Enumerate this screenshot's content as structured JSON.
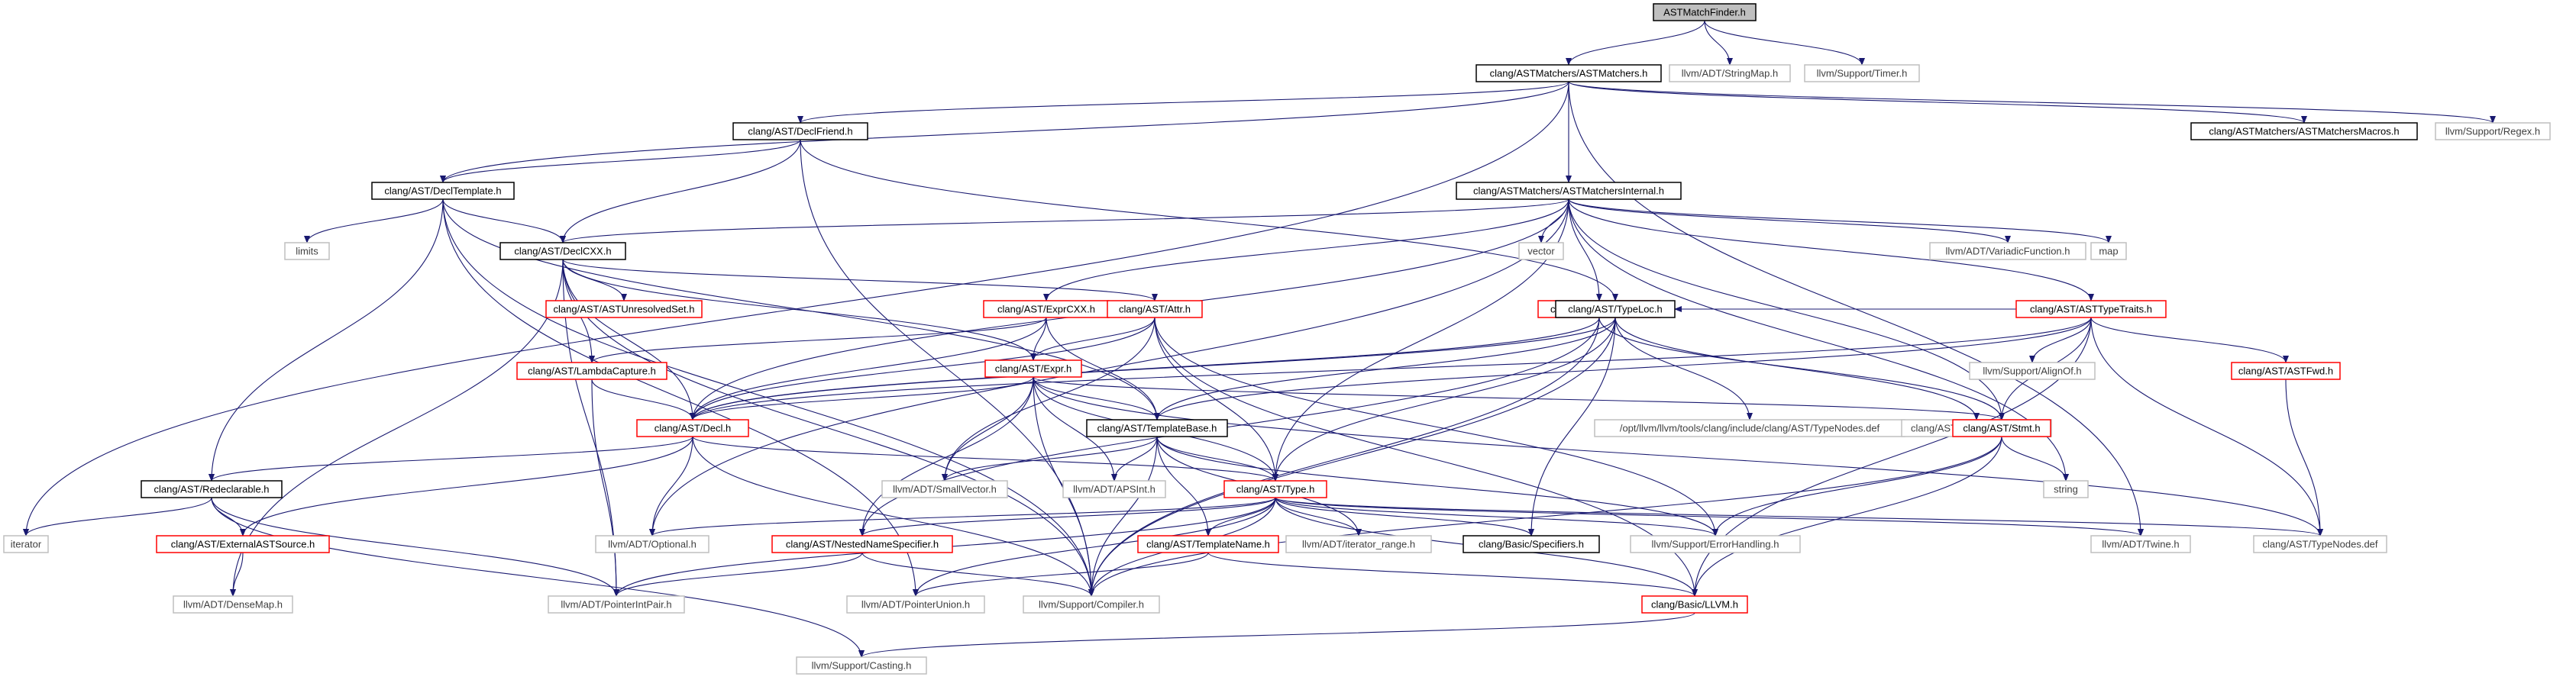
{
  "graph": {
    "colors": {
      "background": "#ffffff",
      "edge": "#191970",
      "black_border": "#000000",
      "red_border": "#ff0000",
      "gray_border": "#bfbfbf",
      "root_fill": "#bfbfbf",
      "text_dark": "#000000",
      "text_gray": "#404040"
    },
    "nodes": [
      {
        "id": "root",
        "label": "ASTMatchFinder.h",
        "style": "root"
      },
      {
        "id": "astmatchers",
        "label": "clang/ASTMatchers/ASTMatchers.h",
        "style": "black"
      },
      {
        "id": "stringmap",
        "label": "llvm/ADT/StringMap.h",
        "style": "gray"
      },
      {
        "id": "timer",
        "label": "llvm/Support/Timer.h",
        "style": "gray"
      },
      {
        "id": "declfriend",
        "label": "clang/AST/DeclFriend.h",
        "style": "black"
      },
      {
        "id": "matchersmacros",
        "label": "clang/ASTMatchers/ASTMatchersMacros.h",
        "style": "black"
      },
      {
        "id": "regex",
        "label": "llvm/Support/Regex.h",
        "style": "gray"
      },
      {
        "id": "decltemplate",
        "label": "clang/AST/DeclTemplate.h",
        "style": "black"
      },
      {
        "id": "matchersinternal",
        "label": "clang/ASTMatchers/ASTMatchersInternal.h",
        "style": "black"
      },
      {
        "id": "declcxx",
        "label": "clang/AST/DeclCXX.h",
        "style": "black"
      },
      {
        "id": "limits",
        "label": "limits",
        "style": "gray"
      },
      {
        "id": "vector",
        "label": "vector",
        "style": "gray"
      },
      {
        "id": "variadic",
        "label": "llvm/ADT/VariadicFunction.h",
        "style": "gray"
      },
      {
        "id": "map",
        "label": "map",
        "style": "gray"
      },
      {
        "id": "unresolvedset",
        "label": "clang/AST/ASTUnresolvedSet.h",
        "style": "red"
      },
      {
        "id": "exprcxx",
        "label": "clang/AST/ExprCXX.h",
        "style": "red"
      },
      {
        "id": "attr",
        "label": "clang/AST/Attr.h",
        "style": "red"
      },
      {
        "id": "stmtcxx",
        "label": "clang/AST/StmtCXX.h",
        "style": "red"
      },
      {
        "id": "typetraits",
        "label": "clang/AST/ASTTypeTraits.h",
        "style": "red"
      },
      {
        "id": "typeloc",
        "label": "clang/AST/TypeLoc.h",
        "style": "black"
      },
      {
        "id": "lambdacapture",
        "label": "clang/AST/LambdaCapture.h",
        "style": "red"
      },
      {
        "id": "expr",
        "label": "clang/AST/Expr.h",
        "style": "red"
      },
      {
        "id": "alignof",
        "label": "llvm/Support/AlignOf.h",
        "style": "gray"
      },
      {
        "id": "astfwd",
        "label": "clang/AST/ASTFwd.h",
        "style": "red"
      },
      {
        "id": "decl",
        "label": "clang/AST/Decl.h",
        "style": "red"
      },
      {
        "id": "templatebase",
        "label": "clang/AST/TemplateBase.h",
        "style": "black"
      },
      {
        "id": "typenodesdefopt",
        "label": "/opt/llvm/llvm/tools/clang/include/clang/AST/TypeNodes.def",
        "style": "gray"
      },
      {
        "id": "typelocnodes",
        "label": "clang/AST/TypeLocNodes.def",
        "style": "gray"
      },
      {
        "id": "stmt",
        "label": "clang/AST/Stmt.h",
        "style": "red"
      },
      {
        "id": "redeclarable",
        "label": "clang/AST/Redeclarable.h",
        "style": "black"
      },
      {
        "id": "smallvector",
        "label": "llvm/ADT/SmallVector.h",
        "style": "gray"
      },
      {
        "id": "apsint",
        "label": "llvm/ADT/APSInt.h",
        "style": "gray"
      },
      {
        "id": "type",
        "label": "clang/AST/Type.h",
        "style": "red"
      },
      {
        "id": "string",
        "label": "string",
        "style": "gray"
      },
      {
        "id": "iterator",
        "label": "iterator",
        "style": "gray"
      },
      {
        "id": "externalsource",
        "label": "clang/AST/ExternalASTSource.h",
        "style": "red"
      },
      {
        "id": "optional",
        "label": "llvm/ADT/Optional.h",
        "style": "gray"
      },
      {
        "id": "nestedname",
        "label": "clang/AST/NestedNameSpecifier.h",
        "style": "red"
      },
      {
        "id": "templatename",
        "label": "clang/AST/TemplateName.h",
        "style": "red"
      },
      {
        "id": "iteratorrange",
        "label": "llvm/ADT/iterator_range.h",
        "style": "gray"
      },
      {
        "id": "specifiers",
        "label": "clang/Basic/Specifiers.h",
        "style": "black"
      },
      {
        "id": "errorhandling",
        "label": "llvm/Support/ErrorHandling.h",
        "style": "gray"
      },
      {
        "id": "twine",
        "label": "llvm/ADT/Twine.h",
        "style": "gray"
      },
      {
        "id": "typenodesdef",
        "label": "clang/AST/TypeNodes.def",
        "style": "gray"
      },
      {
        "id": "densemap",
        "label": "llvm/ADT/DenseMap.h",
        "style": "gray"
      },
      {
        "id": "pointerintpair",
        "label": "llvm/ADT/PointerIntPair.h",
        "style": "gray"
      },
      {
        "id": "pointerunion",
        "label": "llvm/ADT/PointerUnion.h",
        "style": "gray"
      },
      {
        "id": "compiler",
        "label": "llvm/Support/Compiler.h",
        "style": "gray"
      },
      {
        "id": "llvmh",
        "label": "clang/Basic/LLVM.h",
        "style": "red"
      },
      {
        "id": "casting",
        "label": "llvm/Support/Casting.h",
        "style": "gray"
      }
    ],
    "edges": [
      [
        "root",
        "astmatchers"
      ],
      [
        "root",
        "stringmap"
      ],
      [
        "root",
        "timer"
      ],
      [
        "astmatchers",
        "declfriend"
      ],
      [
        "astmatchers",
        "matchersmacros"
      ],
      [
        "astmatchers",
        "regex"
      ],
      [
        "astmatchers",
        "decltemplate"
      ],
      [
        "astmatchers",
        "matchersinternal"
      ],
      [
        "astmatchers",
        "iterator"
      ],
      [
        "astmatchers",
        "twine"
      ],
      [
        "declfriend",
        "decltemplate"
      ],
      [
        "declfriend",
        "declcxx"
      ],
      [
        "declfriend",
        "typeloc"
      ],
      [
        "declfriend",
        "compiler"
      ],
      [
        "decltemplate",
        "declcxx"
      ],
      [
        "decltemplate",
        "limits"
      ],
      [
        "decltemplate",
        "redeclarable"
      ],
      [
        "decltemplate",
        "templatebase"
      ],
      [
        "decltemplate",
        "pointerunion"
      ],
      [
        "decltemplate",
        "compiler"
      ],
      [
        "matchersinternal",
        "declcxx"
      ],
      [
        "matchersinternal",
        "vector"
      ],
      [
        "matchersinternal",
        "variadic"
      ],
      [
        "matchersinternal",
        "map"
      ],
      [
        "matchersinternal",
        "exprcxx"
      ],
      [
        "matchersinternal",
        "stmtcxx"
      ],
      [
        "matchersinternal",
        "typetraits"
      ],
      [
        "matchersinternal",
        "decl"
      ],
      [
        "matchersinternal",
        "type"
      ],
      [
        "matchersinternal",
        "stmt"
      ],
      [
        "matchersinternal",
        "string"
      ],
      [
        "matchersinternal",
        "optional"
      ],
      [
        "declcxx",
        "unresolvedset"
      ],
      [
        "declcxx",
        "attr"
      ],
      [
        "declcxx",
        "lambdacapture"
      ],
      [
        "declcxx",
        "decl"
      ],
      [
        "declcxx",
        "expr"
      ],
      [
        "declcxx",
        "densemap"
      ],
      [
        "declcxx",
        "pointerintpair"
      ],
      [
        "declcxx",
        "compiler"
      ],
      [
        "exprcxx",
        "lambdacapture"
      ],
      [
        "exprcxx",
        "expr"
      ],
      [
        "exprcxx",
        "decl"
      ],
      [
        "exprcxx",
        "templatebase"
      ],
      [
        "attr",
        "expr"
      ],
      [
        "attr",
        "decl"
      ],
      [
        "attr",
        "type"
      ],
      [
        "attr",
        "smallvector"
      ],
      [
        "attr",
        "errorhandling"
      ],
      [
        "attr",
        "llvmh"
      ],
      [
        "stmtcxx",
        "stmt"
      ],
      [
        "stmtcxx",
        "decl"
      ],
      [
        "stmtcxx",
        "nestedname"
      ],
      [
        "stmtcxx",
        "compiler"
      ],
      [
        "typetraits",
        "typeloc"
      ],
      [
        "typetraits",
        "alignof"
      ],
      [
        "typetraits",
        "astfwd"
      ],
      [
        "typetraits",
        "stmt"
      ],
      [
        "typetraits",
        "decl"
      ],
      [
        "typetraits",
        "templatebase"
      ],
      [
        "typetraits",
        "typenodesdef"
      ],
      [
        "typetraits",
        "llvmh"
      ],
      [
        "typeloc",
        "decl"
      ],
      [
        "typeloc",
        "templatebase"
      ],
      [
        "typeloc",
        "typenodesdefopt"
      ],
      [
        "typeloc",
        "typelocnodes"
      ],
      [
        "typeloc",
        "type"
      ],
      [
        "typeloc",
        "specifiers"
      ],
      [
        "typeloc",
        "compiler"
      ],
      [
        "lambdacapture",
        "decl"
      ],
      [
        "lambdacapture",
        "pointerintpair"
      ],
      [
        "expr",
        "decl"
      ],
      [
        "expr",
        "templatebase"
      ],
      [
        "expr",
        "stmt"
      ],
      [
        "expr",
        "type"
      ],
      [
        "expr",
        "apsint"
      ],
      [
        "expr",
        "smallvector"
      ],
      [
        "expr",
        "compiler"
      ],
      [
        "expr",
        "nestedname"
      ],
      [
        "expr",
        "typenodesdef"
      ],
      [
        "astfwd",
        "typenodesdef"
      ],
      [
        "decl",
        "redeclarable"
      ],
      [
        "decl",
        "externalsource"
      ],
      [
        "decl",
        "type"
      ],
      [
        "decl",
        "optional"
      ],
      [
        "decl",
        "compiler"
      ],
      [
        "templatebase",
        "type"
      ],
      [
        "templatebase",
        "apsint"
      ],
      [
        "templatebase",
        "smallvector"
      ],
      [
        "templatebase",
        "templatename"
      ],
      [
        "templatebase",
        "errorhandling"
      ],
      [
        "templatebase",
        "iteratorrange"
      ],
      [
        "templatebase",
        "compiler"
      ],
      [
        "stmt",
        "string"
      ],
      [
        "stmt",
        "errorhandling"
      ],
      [
        "stmt",
        "compiler"
      ],
      [
        "stmt",
        "llvmh"
      ],
      [
        "redeclarable",
        "iterator"
      ],
      [
        "redeclarable",
        "externalsource"
      ],
      [
        "redeclarable",
        "casting"
      ],
      [
        "redeclarable",
        "pointerintpair"
      ],
      [
        "externalsource",
        "densemap"
      ],
      [
        "type",
        "optional"
      ],
      [
        "type",
        "nestedname"
      ],
      [
        "type",
        "templatename"
      ],
      [
        "type",
        "iteratorrange"
      ],
      [
        "type",
        "specifiers"
      ],
      [
        "type",
        "errorhandling"
      ],
      [
        "type",
        "twine"
      ],
      [
        "type",
        "typenodesdef"
      ],
      [
        "type",
        "pointerintpair"
      ],
      [
        "type",
        "pointerunion"
      ],
      [
        "type",
        "compiler"
      ],
      [
        "type",
        "llvmh"
      ],
      [
        "nestedname",
        "pointerintpair"
      ],
      [
        "nestedname",
        "compiler"
      ],
      [
        "templatename",
        "pointerunion"
      ],
      [
        "templatename",
        "llvmh"
      ],
      [
        "llvmh",
        "casting"
      ]
    ]
  }
}
